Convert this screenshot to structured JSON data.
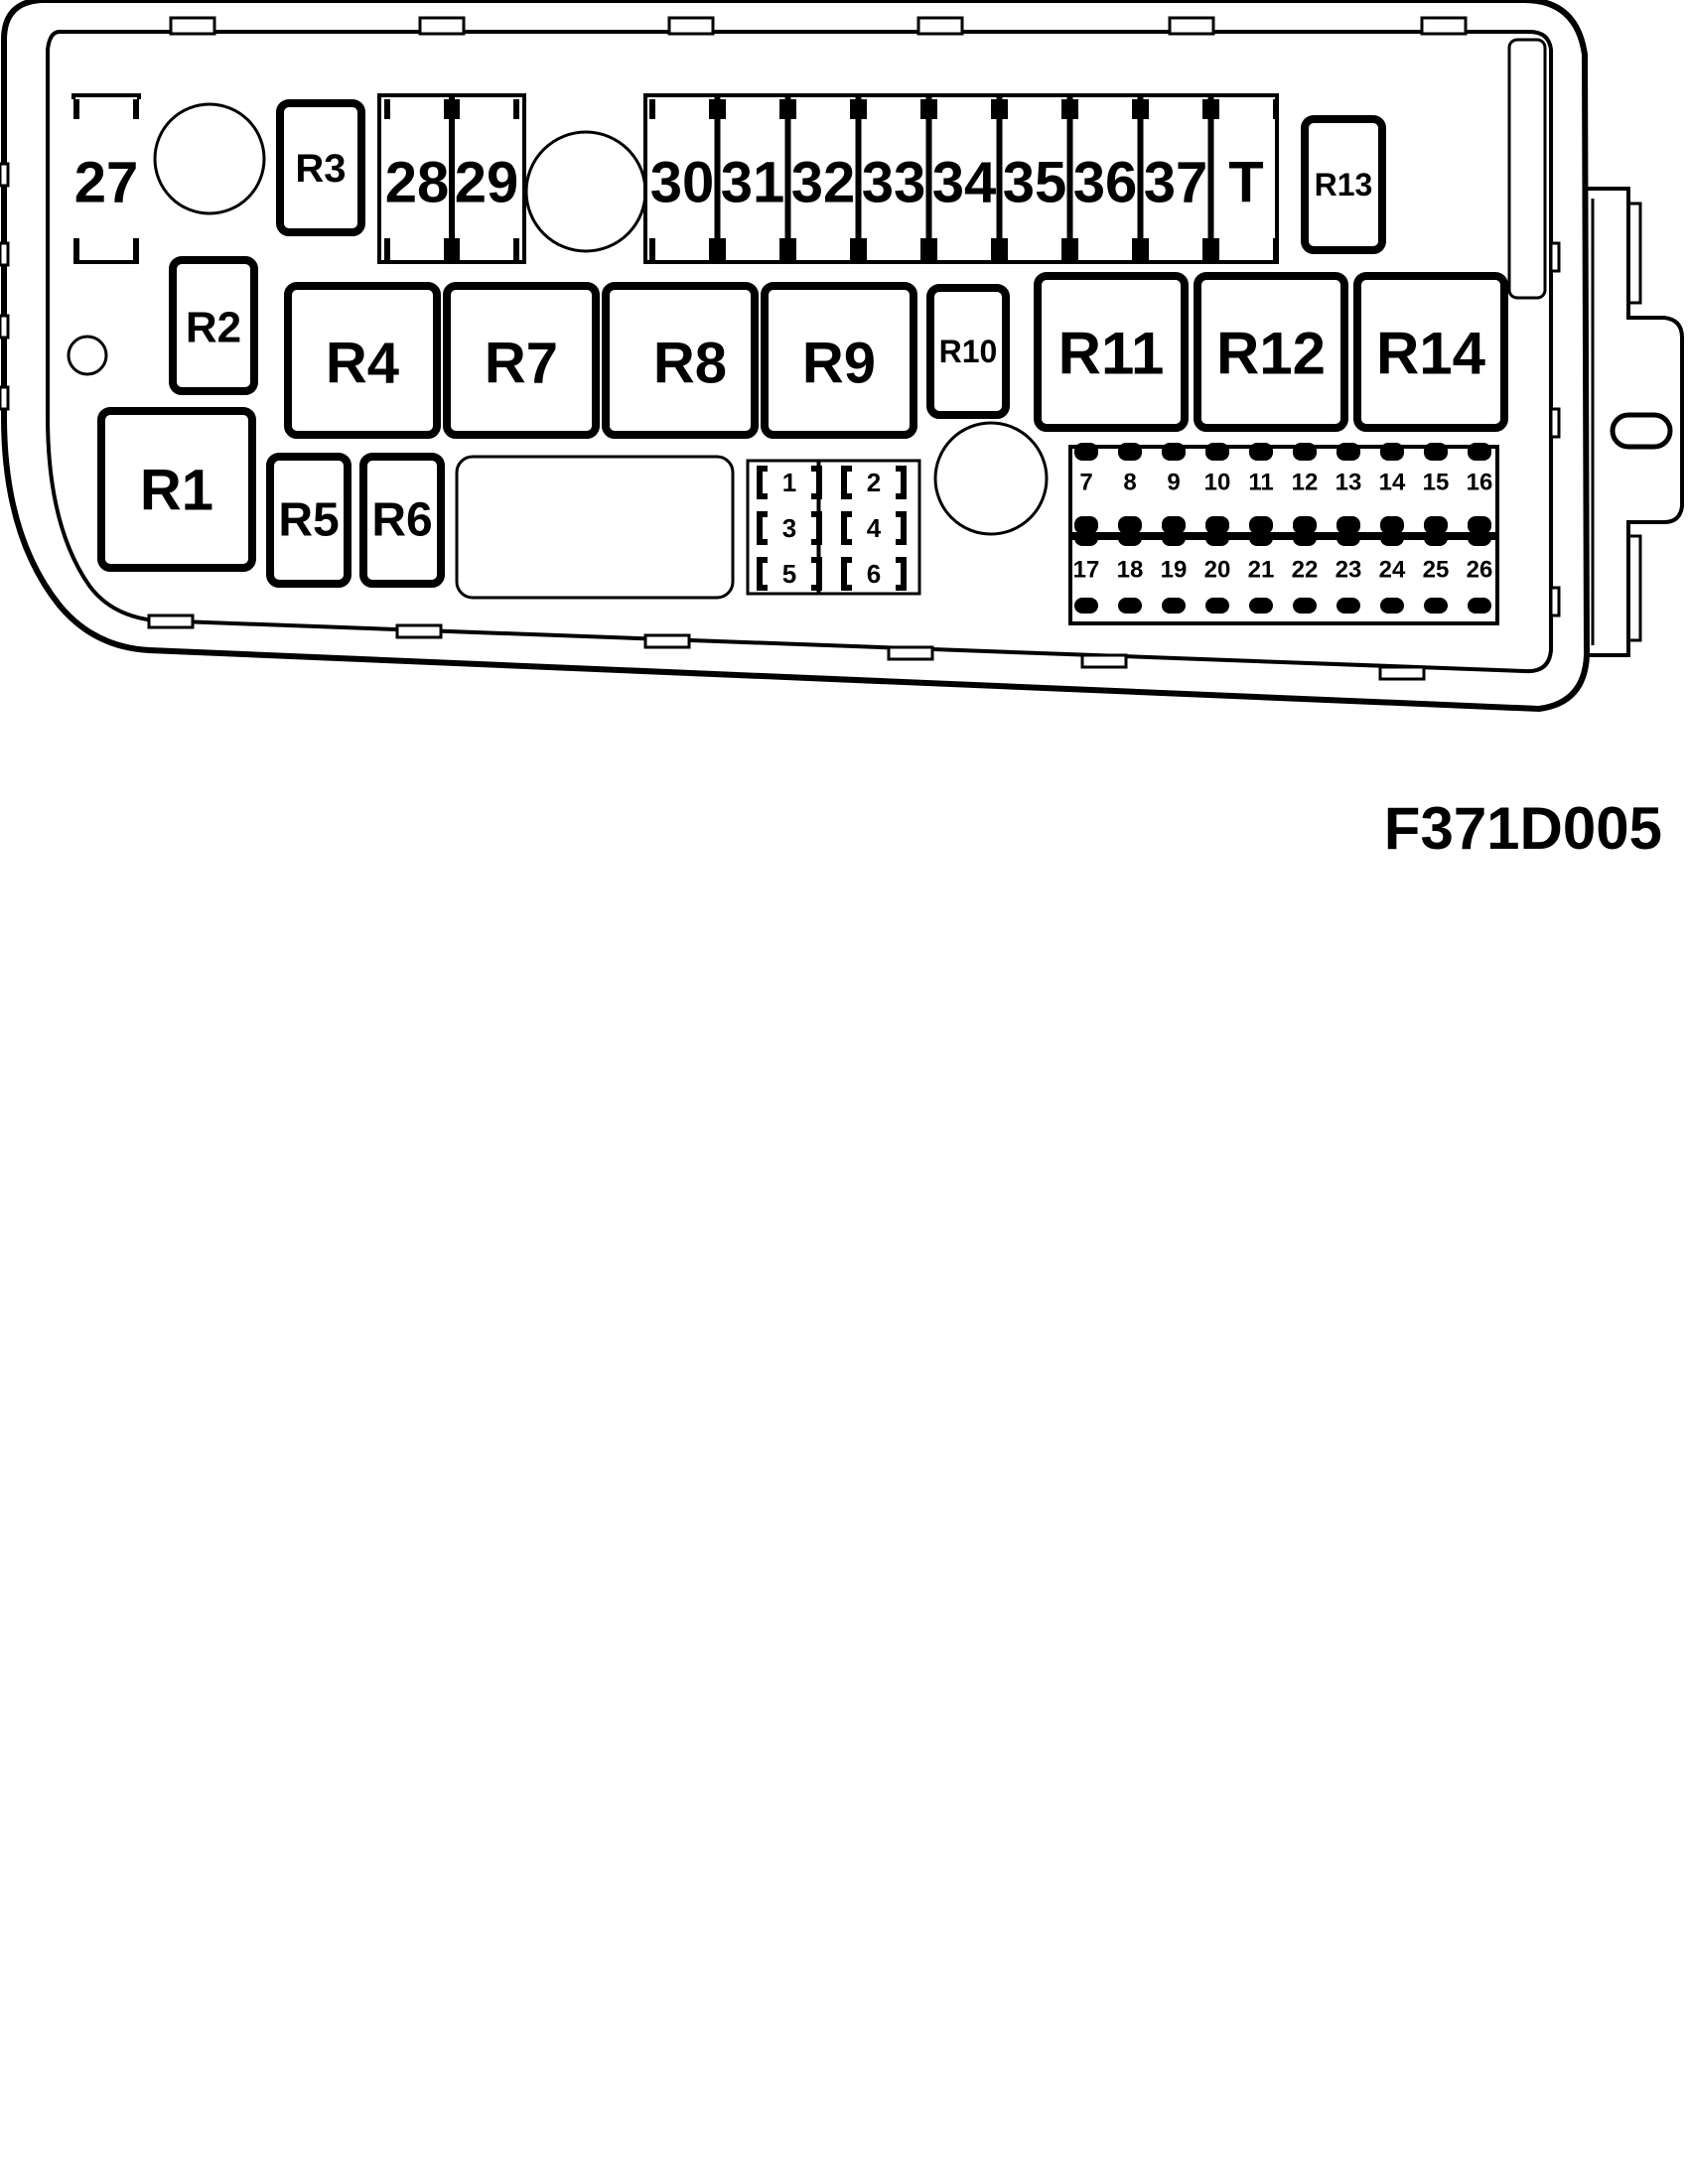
{
  "fuses_top_left": [
    "27",
    "28",
    "29"
  ],
  "fuses_top_row": [
    "30",
    "31",
    "32",
    "33",
    "34",
    "35",
    "36",
    "37",
    "T"
  ],
  "relays_small": [
    "R3",
    "R2",
    "R10",
    "R13"
  ],
  "relays_large": [
    "R4",
    "R7",
    "R8",
    "R9",
    "R11",
    "R12",
    "R14",
    "R1",
    "R5",
    "R6"
  ],
  "mini_fuses": [
    "1",
    "2",
    "3",
    "4",
    "5",
    "6"
  ],
  "fuses_row_upper": [
    "7",
    "8",
    "9",
    "10",
    "11",
    "12",
    "13",
    "14",
    "15",
    "16"
  ],
  "fuses_row_lower": [
    "17",
    "18",
    "19",
    "20",
    "21",
    "22",
    "23",
    "24",
    "25",
    "26"
  ],
  "reference_code": "F371D005"
}
